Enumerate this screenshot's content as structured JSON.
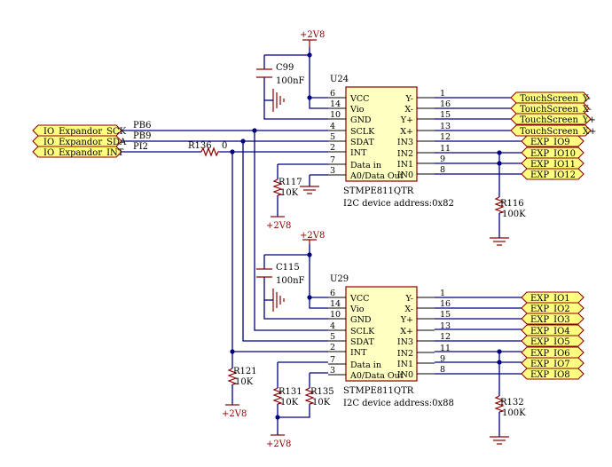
{
  "chips": [
    {
      "ref": "U24",
      "part": "STMPE811QTR",
      "address": "I2C device address:0x82",
      "left_pins": [
        {
          "num": "6",
          "name": "VCC"
        },
        {
          "num": "14",
          "name": "Vio"
        },
        {
          "num": "10",
          "name": "GND"
        },
        {
          "num": "4",
          "name": "SCLK"
        },
        {
          "num": "5",
          "name": "SDAT"
        },
        {
          "num": "2",
          "name": "INT"
        },
        {
          "num": "7",
          "name": "Data in"
        },
        {
          "num": "3",
          "name": "A0/Data Out"
        }
      ],
      "right_pins": [
        {
          "num": "1",
          "name": "Y-"
        },
        {
          "num": "16",
          "name": "X-"
        },
        {
          "num": "15",
          "name": "Y+"
        },
        {
          "num": "13",
          "name": "X+"
        },
        {
          "num": "12",
          "name": "IN3"
        },
        {
          "num": "11",
          "name": "IN2"
        },
        {
          "num": "9",
          "name": "IN1"
        },
        {
          "num": "8",
          "name": "IN0"
        }
      ],
      "ports": [
        "TouchScreen_Y-",
        "TouchScreen_X-",
        "TouchScreen_Y+",
        "TouchScreen_X+",
        "EXP_IO9",
        "EXP_IO10",
        "EXP_IO11",
        "EXP_IO12"
      ]
    },
    {
      "ref": "U29",
      "part": "STMPE811QTR",
      "address": "I2C device address:0x88",
      "left_pins": [
        {
          "num": "6",
          "name": "VCC"
        },
        {
          "num": "14",
          "name": "Vio"
        },
        {
          "num": "10",
          "name": "GND"
        },
        {
          "num": "4",
          "name": "SCLK"
        },
        {
          "num": "5",
          "name": "SDAT"
        },
        {
          "num": "2",
          "name": "INT"
        },
        {
          "num": "7",
          "name": "Data in"
        },
        {
          "num": "3",
          "name": "A0/Data Out"
        }
      ],
      "right_pins": [
        {
          "num": "1",
          "name": "Y-"
        },
        {
          "num": "16",
          "name": "X-"
        },
        {
          "num": "15",
          "name": "Y+"
        },
        {
          "num": "13",
          "name": "X+"
        },
        {
          "num": "12",
          "name": "IN3"
        },
        {
          "num": "11",
          "name": "IN2"
        },
        {
          "num": "9",
          "name": "IN1"
        },
        {
          "num": "8",
          "name": "IN0"
        }
      ],
      "ports": [
        "EXP_IO1",
        "EXP_IO2",
        "EXP_IO3",
        "EXP_IO4",
        "EXP_IO5",
        "EXP_IO6",
        "EXP_IO7",
        "EXP_IO8"
      ]
    }
  ],
  "input_ports": [
    "IO_Expandor_SCK",
    "IO_Expandor_SDA",
    "IO_Expandor_INT"
  ],
  "net_labels": [
    "PB6",
    "PB9",
    "PI2"
  ],
  "capacitors": [
    {
      "ref": "C99",
      "value": "100nF"
    },
    {
      "ref": "C115",
      "value": "100nF"
    }
  ],
  "resistors": [
    {
      "ref": "R136",
      "value": "0"
    },
    {
      "ref": "R117",
      "value": "10K"
    },
    {
      "ref": "R116",
      "value": "100K"
    },
    {
      "ref": "R121",
      "value": "10K"
    },
    {
      "ref": "R131",
      "value": "10K"
    },
    {
      "ref": "R135",
      "value": "10K"
    },
    {
      "ref": "R132",
      "value": "100K"
    }
  ],
  "power_label": "+2V8"
}
